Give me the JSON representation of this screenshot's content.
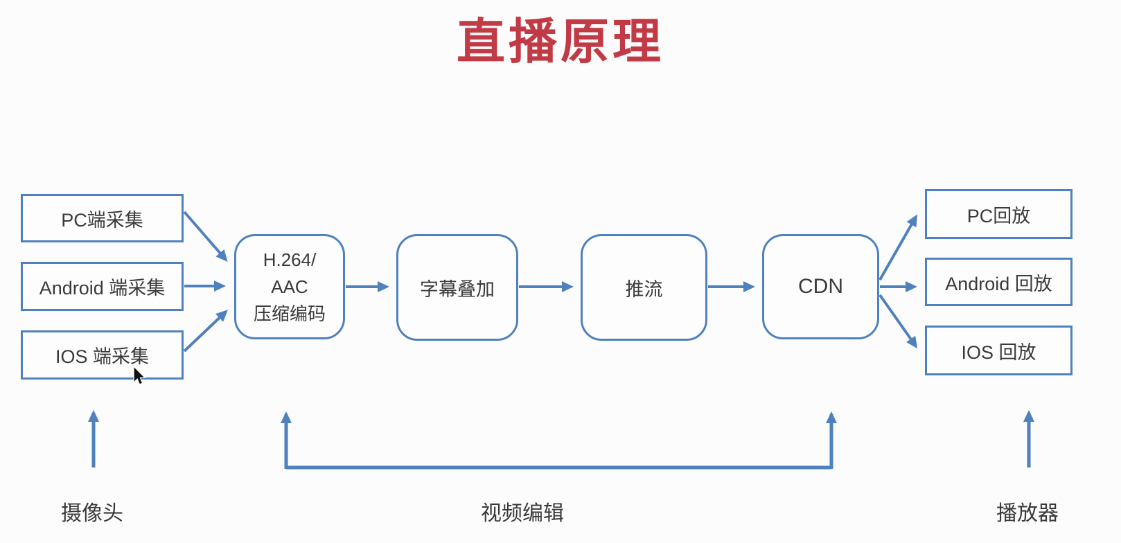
{
  "title": "直播原理",
  "colors": {
    "box_border_blue": "#4f81bd",
    "arrow_blue": "#4f81bd",
    "title_red": "#c13a45",
    "text_dark": "#3a3a3a",
    "background": "#fcfcfc"
  },
  "capture_boxes": [
    "PC端采集",
    "Android 端采集",
    "IOS 端采集"
  ],
  "encoder": {
    "line1": "H.264/",
    "line2": "AAC",
    "line3": "压缩编码"
  },
  "stages": {
    "subtitle": "字幕叠加",
    "push": "推流",
    "cdn": "CDN"
  },
  "playback_boxes": [
    "PC回放",
    "Android 回放",
    "IOS 回放"
  ],
  "captions": {
    "camera": "摄像头",
    "editor": "视频编辑",
    "player": "播放器"
  }
}
